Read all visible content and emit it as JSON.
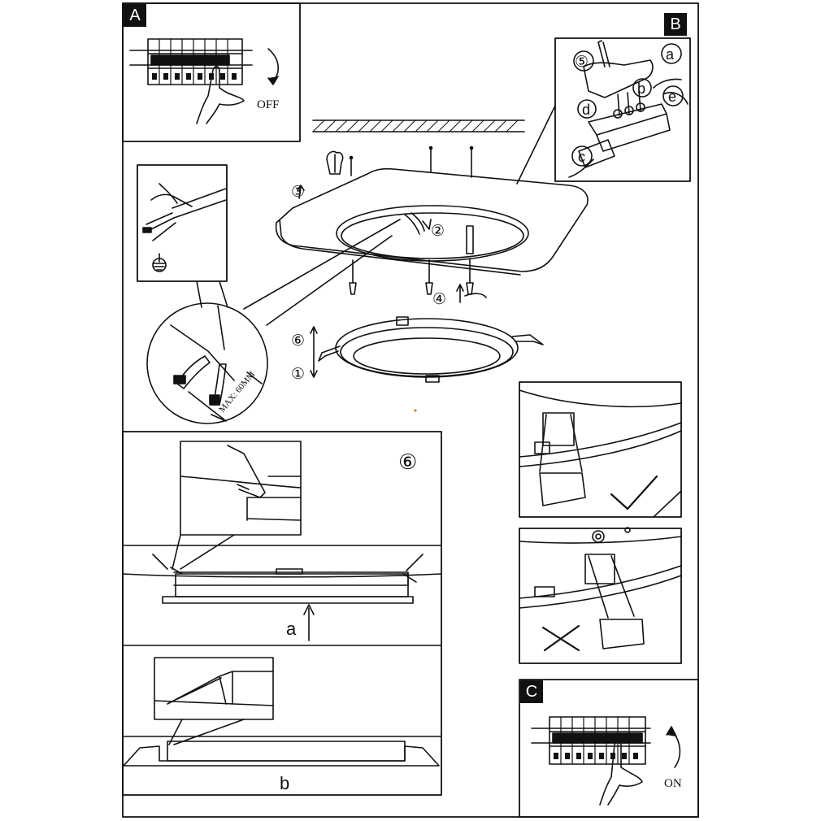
{
  "panels": {
    "a": {
      "label": "A",
      "switch_text": "OFF"
    },
    "b": {
      "label": "B",
      "step": "⑤",
      "parts": [
        "a",
        "b",
        "c",
        "d",
        "e"
      ]
    },
    "c": {
      "label": "C",
      "switch_text": "ON"
    }
  },
  "steps": {
    "s1": "①",
    "s2": "②",
    "s3": "③",
    "s4": "④",
    "s6": "⑥",
    "s6_detail": "⑥"
  },
  "wire_strip_text": "MAX: 60MM",
  "detail_labels": {
    "a": "a",
    "b": "b"
  },
  "icons": {
    "check": "check-mark-icon",
    "cross": "cross-mark-icon",
    "ground": "ground-icon"
  }
}
